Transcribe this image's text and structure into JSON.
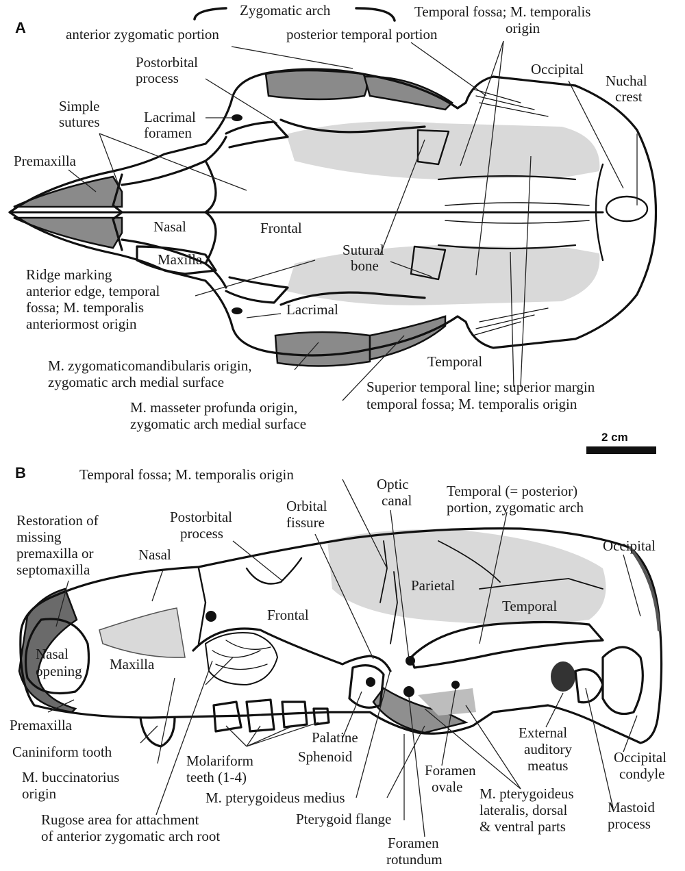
{
  "panels": {
    "a": {
      "letter": "A",
      "labels": {
        "zygomatic_arch": "Zygomatic arch",
        "anterior_zygomatic": "anterior zygomatic portion",
        "posterior_temporal": "posterior temporal portion",
        "temporal_fossa_1": "Temporal fossa; M. temporalis",
        "temporal_fossa_2": "origin",
        "postorbital_1": "Postorbital",
        "postorbital_2": "process",
        "occipital": "Occipital",
        "nuchal_1": "Nuchal",
        "nuchal_2": "crest",
        "simple_sutures_1": "Simple",
        "simple_sutures_2": "sutures",
        "lacrimal_foramen_1": "Lacrimal",
        "lacrimal_foramen_2": "foramen",
        "premaxilla": "Premaxilla",
        "nasal": "Nasal",
        "frontal": "Frontal",
        "maxilla": "Maxilla",
        "sutural_1": "Sutural",
        "sutural_2": "bone",
        "ridge_1": "Ridge marking",
        "ridge_2": "anterior edge, temporal",
        "ridge_3": "fossa; M. temporalis",
        "ridge_4": "anteriormost origin",
        "lacrimal": "Lacrimal",
        "zygomaticomandibularis_1": "M. zygomaticomandibularis origin,",
        "zygomaticomandibularis_2": "zygomatic arch medial surface",
        "masseter_1": "M. masseter profunda origin,",
        "masseter_2": "zygomatic arch medial surface",
        "temporal": "Temporal",
        "superior_line_1": "Superior temporal line; superior margin",
        "superior_line_2": "temporal fossa; M. temporalis origin"
      },
      "scale_bar": "2 cm"
    },
    "b": {
      "letter": "B",
      "labels": {
        "temporal_fossa": "Temporal fossa; M. temporalis origin",
        "optic_1": "Optic",
        "optic_2": "canal",
        "temporal_portion_1": "Temporal (= posterior)",
        "temporal_portion_2": "portion, zygomatic arch",
        "restoration_1": "Restoration of",
        "restoration_2": "missing",
        "restoration_3": "premaxilla or",
        "restoration_4": "septomaxilla",
        "postorbital_1": "Postorbital",
        "postorbital_2": "process",
        "orbital_1": "Orbital",
        "orbital_2": "fissure",
        "occipital": "Occipital",
        "nasal": "Nasal",
        "parietal": "Parietal",
        "frontal": "Frontal",
        "temporal": "Temporal",
        "nasal_opening_1": "Nasal",
        "nasal_opening_2": "opening",
        "maxilla": "Maxilla",
        "premaxilla": "Premaxilla",
        "caniniform": "Caniniform tooth",
        "buccinatorius_1": "M. buccinatorius",
        "buccinatorius_2": "origin",
        "molariform_1": "Molariform",
        "molariform_2": "teeth (1-4)",
        "palatine": "Palatine",
        "sphenoid": "Sphenoid",
        "foramen_ovale_1": "Foramen",
        "foramen_ovale_2": "ovale",
        "external_1": "External",
        "external_2": "auditory",
        "external_3": "meatus",
        "occipital_condyle_1": "Occipital",
        "occipital_condyle_2": "condyle",
        "pterygoideus_medius": "M. pterygoideus medius",
        "pterygoideus_lateralis_1": "M. pterygoideus",
        "pterygoideus_lateralis_2": "lateralis, dorsal",
        "pterygoideus_lateralis_3": "& ventral parts",
        "mastoid_1": "Mastoid",
        "mastoid_2": "process",
        "rugose_1": "Rugose area for attachment",
        "rugose_2": "of anterior zygomatic arch root",
        "pterygoid_flange": "Pterygoid flange",
        "foramen_rotundum_1": "Foramen",
        "foramen_rotundum_2": "rotundum"
      }
    }
  }
}
